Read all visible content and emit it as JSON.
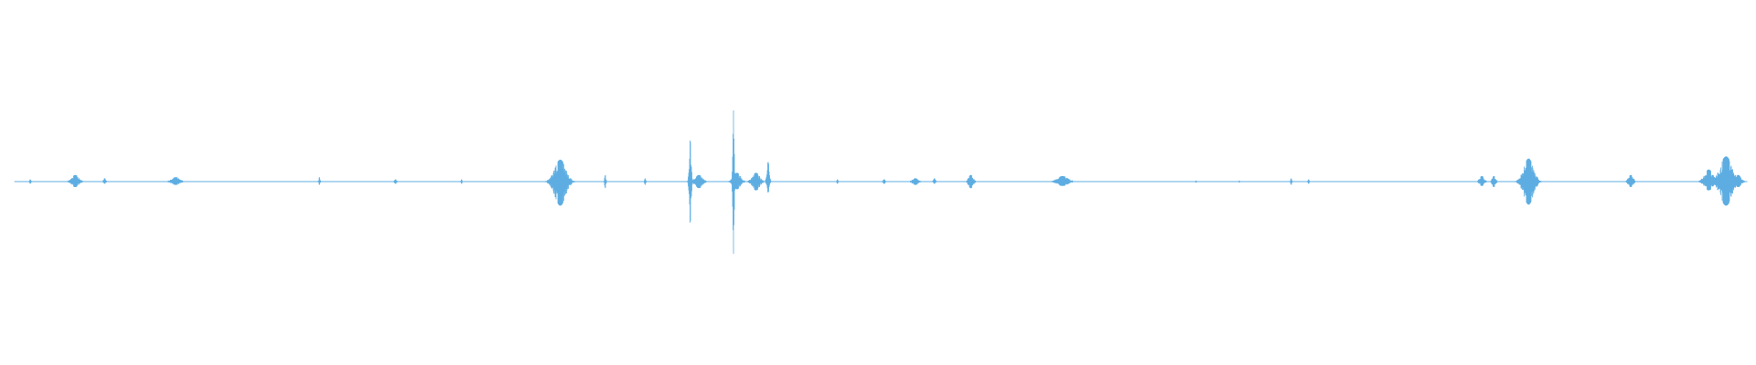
{
  "waveform": {
    "color": "#5dade2",
    "background": "#ffffff",
    "time_range": [
      0,
      1
    ],
    "amplitude_range": [
      -1,
      1
    ],
    "baseline_amplitude": 0.004,
    "bursts": [
      {
        "t": 0.009,
        "up": 0.02,
        "down": 0.02,
        "spread": 0.0006
      },
      {
        "t": 0.035,
        "up": 0.06,
        "down": 0.05,
        "spread": 0.003
      },
      {
        "t": 0.052,
        "up": 0.03,
        "down": 0.02,
        "spread": 0.001
      },
      {
        "t": 0.093,
        "up": 0.04,
        "down": 0.03,
        "spread": 0.0035
      },
      {
        "t": 0.176,
        "up": 0.04,
        "down": 0.03,
        "spread": 0.0006
      },
      {
        "t": 0.22,
        "up": 0.02,
        "down": 0.02,
        "spread": 0.001
      },
      {
        "t": 0.258,
        "up": 0.02,
        "down": 0.02,
        "spread": 0.0006
      },
      {
        "t": 0.315,
        "up": 0.2,
        "down": 0.22,
        "spread": 0.0045
      },
      {
        "t": 0.341,
        "up": 0.06,
        "down": 0.06,
        "spread": 0.0006
      },
      {
        "t": 0.364,
        "up": 0.03,
        "down": 0.03,
        "spread": 0.0006
      },
      {
        "t": 0.39,
        "up": 0.38,
        "down": 0.38,
        "spread": 0.0008
      },
      {
        "t": 0.395,
        "up": 0.06,
        "down": 0.06,
        "spread": 0.003
      },
      {
        "t": 0.415,
        "up": 0.65,
        "down": 0.66,
        "spread": 0.0006
      },
      {
        "t": 0.417,
        "up": 0.08,
        "down": 0.07,
        "spread": 0.003
      },
      {
        "t": 0.428,
        "up": 0.08,
        "down": 0.08,
        "spread": 0.003
      },
      {
        "t": 0.435,
        "up": 0.18,
        "down": 0.1,
        "spread": 0.001
      },
      {
        "t": 0.475,
        "up": 0.02,
        "down": 0.02,
        "spread": 0.0006
      },
      {
        "t": 0.502,
        "up": 0.02,
        "down": 0.02,
        "spread": 0.0012
      },
      {
        "t": 0.52,
        "up": 0.03,
        "down": 0.03,
        "spread": 0.0025
      },
      {
        "t": 0.531,
        "up": 0.03,
        "down": 0.02,
        "spread": 0.001
      },
      {
        "t": 0.552,
        "up": 0.06,
        "down": 0.06,
        "spread": 0.002
      },
      {
        "t": 0.605,
        "up": 0.05,
        "down": 0.04,
        "spread": 0.0045
      },
      {
        "t": 0.682,
        "up": 0.01,
        "down": 0.01,
        "spread": 0.0006
      },
      {
        "t": 0.707,
        "up": 0.01,
        "down": 0.01,
        "spread": 0.0006
      },
      {
        "t": 0.737,
        "up": 0.03,
        "down": 0.03,
        "spread": 0.0006
      },
      {
        "t": 0.747,
        "up": 0.02,
        "down": 0.02,
        "spread": 0.0006
      },
      {
        "t": 0.847,
        "up": 0.05,
        "down": 0.04,
        "spread": 0.002
      },
      {
        "t": 0.854,
        "up": 0.05,
        "down": 0.05,
        "spread": 0.0015
      },
      {
        "t": 0.874,
        "up": 0.21,
        "down": 0.21,
        "spread": 0.004
      },
      {
        "t": 0.933,
        "up": 0.06,
        "down": 0.05,
        "spread": 0.002
      },
      {
        "t": 0.978,
        "up": 0.11,
        "down": 0.08,
        "spread": 0.0035
      },
      {
        "t": 0.988,
        "up": 0.23,
        "down": 0.22,
        "spread": 0.005
      },
      {
        "t": 0.995,
        "up": 0.06,
        "down": 0.05,
        "spread": 0.0025
      }
    ]
  }
}
